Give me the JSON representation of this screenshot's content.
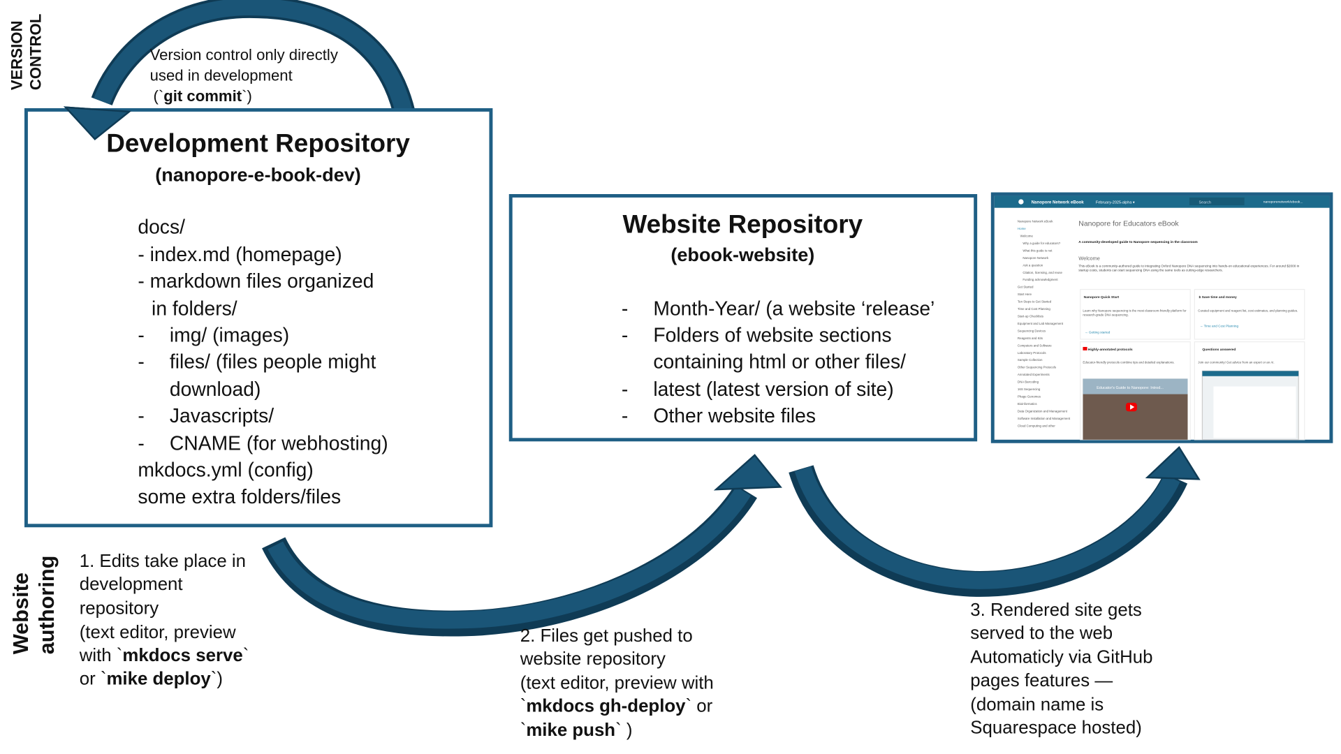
{
  "colors": {
    "accent": "#1a5577",
    "arrow_dark": "#0f3b55",
    "box_border": "#1f5f85",
    "thumb_header": "#1c6b8c"
  },
  "side_labels": {
    "version_control": [
      "VERSION",
      "CONTROL"
    ],
    "website_authoring": [
      "Website",
      "authoring"
    ]
  },
  "version_note": {
    "line1": "Version control only directly",
    "line2": "used in development",
    "line3_pre": "(`",
    "line3_cmd": "git commit",
    "line3_post": "`)"
  },
  "dev_repo": {
    "title": "Development Repository",
    "subtitle": "(nanopore-e-book-dev)",
    "lines": [
      "docs/",
      "- index.md (homepage)",
      "- markdown files organized",
      "  in folders/",
      "img/ (images)",
      "files/ (files people might",
      "download)",
      "Javascripts/",
      "CNAME (for webhosting)",
      "mkdocs.yml (config)",
      "some extra folders/files"
    ]
  },
  "web_repo": {
    "title": "Website Repository",
    "subtitle": "(ebook-website)",
    "items": [
      "Month-Year/ (a website ‘release’",
      "Folders of website sections",
      "containing html or other files/",
      "latest (latest version of site)",
      "Other website files"
    ]
  },
  "step1": {
    "lines": [
      "1. Edits take place in",
      "development",
      "repository",
      "(text editor, preview"
    ],
    "with": "with `",
    "cmd1": "mkdocs serve",
    "tick": "`",
    "or": "or `",
    "cmd2": "mike deploy",
    "close": "`)"
  },
  "step2": {
    "lines": [
      "2. Files get pushed to",
      "website repository",
      "(text editor, preview with"
    ],
    "cmd1": "mkdocs gh-deploy",
    "or": "` or",
    "cmd2": "mike push",
    "close": "` )",
    "tick": "`"
  },
  "step3": {
    "lines": [
      "3. Rendered site gets",
      "served to the web",
      "Automaticly via GitHub",
      "pages features —",
      "(domain name is",
      "Squarespace hosted)"
    ]
  },
  "thumbnail": {
    "site_name": "Nanopore Network eBook",
    "version": "February-2025-alpha ▾",
    "search_placeholder": "Search",
    "repo": "nanoporenetwork/ebook...",
    "page_title": "Nanopore for Educators eBook",
    "tagline": "A community-developed guide to Nanopore sequencing in the classroom",
    "welcome": "Welcome",
    "intro": "This eBook is a community-authored guide to integrating Oxford Nanopore DNA sequencing into hands-on educational experiences. For around $2000 in startup costs, students can start sequencing DNA using the same tools as cutting-edge researchers.",
    "nav": [
      "Nanopore Network eBook",
      "Home",
      "Welcome",
      "Why a guide for educators?",
      "What this guide is not",
      "Nanopore Network",
      "Ask a question",
      "Citation, licensing, and reuse",
      "Funding acknowledgment",
      "Get Started",
      "Start Here",
      "Ten Steps to Get Started",
      "Time and Cost Planning",
      "Start-up Checklists",
      "Equipment and Lab Management",
      "Sequencing Devices",
      "Reagents and Kits",
      "Computers and Software",
      "Laboratory Protocols",
      "Sample Collection",
      "Other Sequencing Protocols",
      "Annotated Experiments",
      "DNA Barcoding",
      "16S Sequencing",
      "Phage Genomes",
      "Bioinformatics",
      "Data Organization and Management",
      "Software Installation and Management",
      "Cloud Computing and other"
    ],
    "cards": [
      {
        "title": "Nanopore Quick Start",
        "body": "Learn why Nanopore sequencing is the most classroom-friendly platform for research-grade DNA sequencing.",
        "link": "→ Getting started"
      },
      {
        "title": "$ Save time and money",
        "body": "Curated equipment and reagent list, cost estimates, and planning guides.",
        "link": "→ Time and Cost Planning"
      },
      {
        "title": "Highly-annotated protocols",
        "body": "Educator-friendly protocols combine tips and detailed explanations.",
        "link": ""
      },
      {
        "title": "Questions answered",
        "body": "Join our community! Get advice from an expert or an AI.",
        "link": ""
      }
    ],
    "video_title": "Educator's Guide to Nanopore: Introd..."
  }
}
